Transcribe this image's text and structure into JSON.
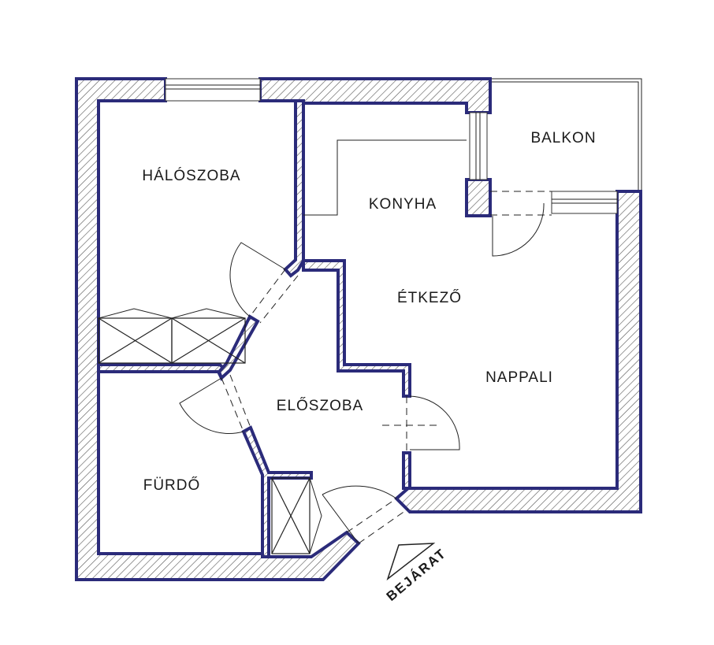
{
  "colors": {
    "wall_outline": "#2b2b7a",
    "hatch": "#555555",
    "text": "#1a1a1a",
    "background": "#ffffff"
  },
  "rooms": {
    "halo": "HÁLÓSZOBA",
    "konyha": "KONYHA",
    "balkon": "BALKON",
    "etkezo": "ÉTKEZŐ",
    "nappali": "NAPPALI",
    "eloszoba": "ELŐSZOBA",
    "furdo": "FÜRDŐ"
  },
  "entrance": {
    "label": "BEJÁRAT",
    "icon": "entrance-arrow-icon"
  }
}
